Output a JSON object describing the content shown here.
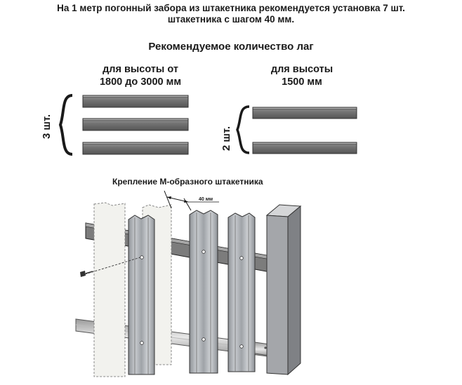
{
  "intro": {
    "line1": "На 1 метр погонный забора из штакетника рекомендуется установка 7 шт.",
    "line2": "штакетника с шагом 40 мм."
  },
  "lags": {
    "title": "Рекомендуемое количество лаг",
    "left": {
      "line1": "для высоты от",
      "line2": "1800 до  3000 мм",
      "count": "3 шт."
    },
    "right": {
      "line1": "для высоты",
      "line2": "1500 мм",
      "count": "2 шт."
    }
  },
  "mounting": {
    "title": "Крепление М-образного штакетника",
    "gap": "40 мм"
  },
  "colors": {
    "rail": "#7a7a7a",
    "picket": "#b9bcc0",
    "post": "#9c9ea2",
    "ghost": "#f0f0ec"
  }
}
